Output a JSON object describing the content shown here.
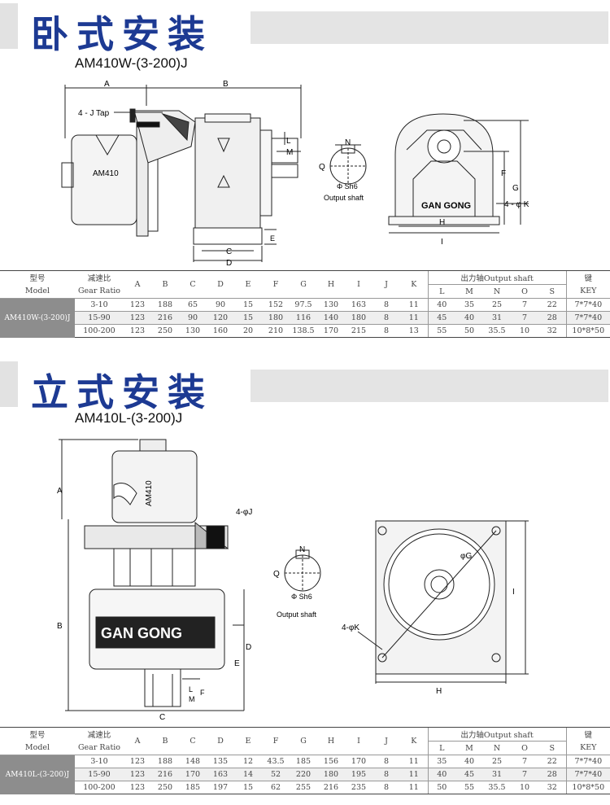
{
  "section1": {
    "title": "卧式安装",
    "model": "AM410W-(3-200)J",
    "drawing": {
      "dims": [
        "A",
        "B",
        "C",
        "D",
        "E",
        "L",
        "M",
        "N",
        "Q",
        "F",
        "G",
        "H",
        "I"
      ],
      "tap": "4 - J Tap",
      "badge": "AM410",
      "shaft_fit": "Φ Sh6",
      "shaft_caption": "Output shaft",
      "hole": "4 - φ K",
      "brand": "GAN GONG"
    },
    "table": {
      "h_model_cn": "型号",
      "h_model_en": "Model",
      "h_ratio_cn": "减速比",
      "h_ratio_en": "Gear Ratio",
      "cols": [
        "A",
        "B",
        "C",
        "D",
        "E",
        "F",
        "G",
        "H",
        "I",
        "J",
        "K"
      ],
      "shaft_cn": "出力轴",
      "shaft_en": "Output shaft",
      "shaft_cols": [
        "L",
        "M",
        "N",
        "O",
        "S"
      ],
      "key_cn": "键",
      "key_en": "KEY",
      "model_cell": "AM410W-(3-200)J",
      "rows": [
        [
          "3-10",
          "123",
          "188",
          "65",
          "90",
          "15",
          "152",
          "97.5",
          "130",
          "163",
          "8",
          "11",
          "40",
          "35",
          "25",
          "7",
          "22",
          "7*7*40"
        ],
        [
          "15-90",
          "123",
          "216",
          "90",
          "120",
          "15",
          "180",
          "116",
          "140",
          "180",
          "8",
          "11",
          "45",
          "40",
          "31",
          "7",
          "28",
          "7*7*40"
        ],
        [
          "100-200",
          "123",
          "250",
          "130",
          "160",
          "20",
          "210",
          "138.5",
          "170",
          "215",
          "8",
          "13",
          "55",
          "50",
          "35.5",
          "10",
          "32",
          "10*8*50"
        ]
      ]
    }
  },
  "section2": {
    "title": "立式安装",
    "model": "AM410L-(3-200)J",
    "drawing": {
      "dims": [
        "A",
        "B",
        "C",
        "D",
        "E",
        "L",
        "M",
        "F",
        "N",
        "Q",
        "φG",
        "I",
        "H"
      ],
      "tap": "4-φJ",
      "badge": "AM410",
      "shaft_fit": "Φ Sh6",
      "shaft_caption": "Output shaft",
      "hole": "4-φK",
      "brand": "GAN GONG"
    },
    "table": {
      "h_model_cn": "型号",
      "h_model_en": "Model",
      "h_ratio_cn": "减速比",
      "h_ratio_en": "Gear Ratio",
      "cols": [
        "A",
        "B",
        "C",
        "D",
        "E",
        "F",
        "G",
        "H",
        "I",
        "J",
        "K"
      ],
      "shaft_cn": "出力轴",
      "shaft_en": "Output shaft",
      "shaft_cols": [
        "L",
        "M",
        "N",
        "O",
        "S"
      ],
      "key_cn": "键",
      "key_en": "KEY",
      "model_cell": "AM410L-(3-200)J",
      "rows": [
        [
          "3-10",
          "123",
          "188",
          "148",
          "135",
          "12",
          "43.5",
          "185",
          "156",
          "170",
          "8",
          "11",
          "35",
          "40",
          "25",
          "7",
          "22",
          "7*7*40"
        ],
        [
          "15-90",
          "123",
          "216",
          "170",
          "163",
          "14",
          "52",
          "220",
          "180",
          "195",
          "8",
          "11",
          "40",
          "45",
          "31",
          "7",
          "28",
          "7*7*40"
        ],
        [
          "100-200",
          "123",
          "250",
          "185",
          "197",
          "15",
          "62",
          "255",
          "216",
          "235",
          "8",
          "11",
          "50",
          "55",
          "35.5",
          "10",
          "32",
          "10*8*50"
        ]
      ]
    }
  }
}
